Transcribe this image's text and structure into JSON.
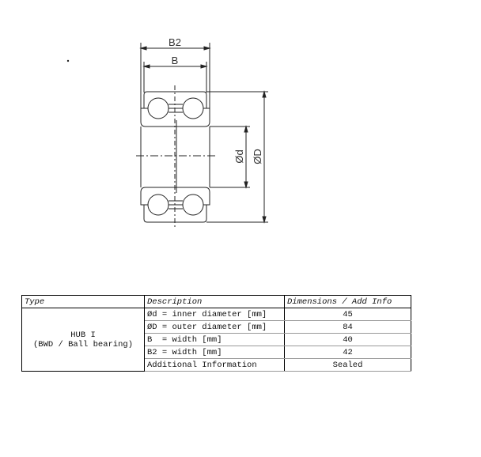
{
  "drawing": {
    "labels": {
      "b2": "B2",
      "b": "B",
      "d_inner": "Ød",
      "d_outer": "ØD"
    }
  },
  "table": {
    "headers": [
      "Type",
      "Description",
      "Dimensions / Add Info"
    ],
    "type_line1": "HUB I",
    "type_line2": "(BWD / Ball bearing)",
    "rows": [
      {
        "description": "Ød = inner diameter [mm]",
        "value": "45"
      },
      {
        "description": "ØD = outer diameter [mm]",
        "value": "84"
      },
      {
        "description": "B  = width [mm]",
        "value": "40"
      },
      {
        "description": "B2 = width [mm]",
        "value": "42"
      },
      {
        "description": "Additional Information",
        "value": "Sealed"
      }
    ]
  }
}
